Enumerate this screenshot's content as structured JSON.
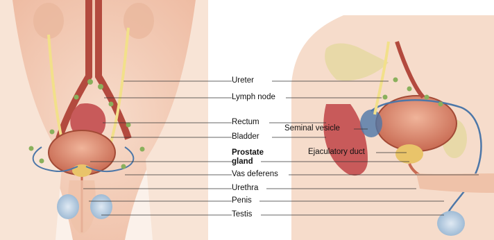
{
  "labels": {
    "ureter": "Ureter",
    "lymph_node": "Lymph node",
    "rectum": "Rectum",
    "bladder": "Bladder",
    "prostate_line1": "Prostate",
    "prostate_line2": "gland",
    "vas_deferens": "Vas deferens",
    "urethra": "Urethra",
    "penis": "Penis",
    "testis": "Testis",
    "seminal_vesicle": "Seminal vesicle",
    "ejaculatory_duct": "Ejaculatory duct"
  },
  "colors": {
    "skin": "#f4d2c0",
    "skin_shadow": "#e7b8a0",
    "bladder": "#d9856f",
    "rectum": "#c85a5a",
    "ureter": "#f2e08a",
    "vessel": "#b34a3e",
    "lymph": "#8ab05c",
    "duct": "#4d77a8",
    "prostate": "#e9c46a",
    "bone": "#e8d9a8"
  }
}
